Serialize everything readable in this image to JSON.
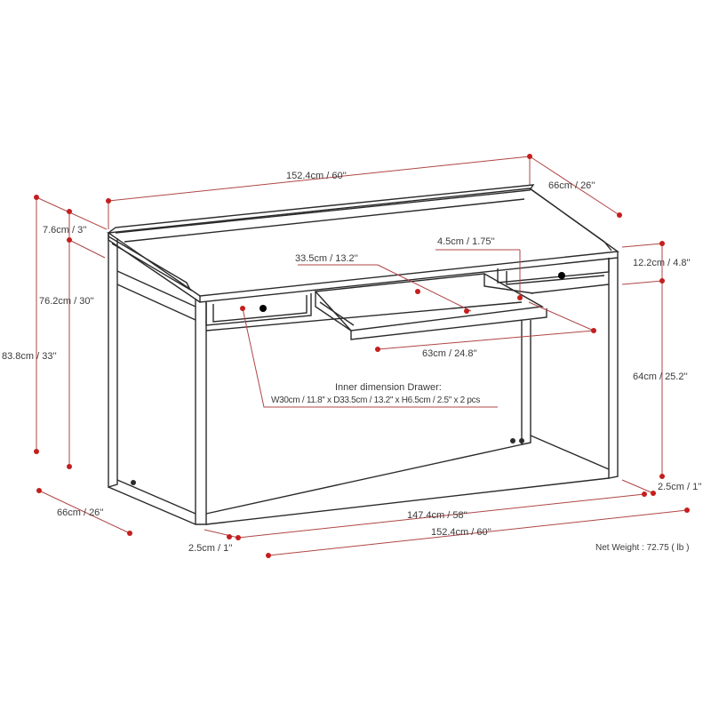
{
  "dimensions": {
    "top_width": "152.4cm / 60''",
    "depth_top": "66cm / 26''",
    "riser_height": "7.6cm / 3''",
    "desk_height": "76.2cm / 30''",
    "total_height": "83.8cm / 33''",
    "drawer_depth": "33.5cm / 13.2''",
    "drawer_height": "4.5cm / 1.75''",
    "drawer_width": "63cm / 24.8''",
    "apron_height": "12.2cm / 4.8''",
    "leg_clearance": "64cm / 25.2''",
    "leg_right": "2.5cm / 1''",
    "depth_bottom": "66cm / 26''",
    "leg_left": "2.5cm / 1''",
    "inner_width": "147.4cm / 58''",
    "bottom_width": "152.4cm / 60''"
  },
  "drawer_note": {
    "title": "Inner dimension Drawer:",
    "detail": "W30cm / 11.8'' x D33.5cm / 13.2'' x H6.5cm / 2.5'' x 2 pcs"
  },
  "net_weight": "Net Weight : 72.75 ( lb )",
  "colors": {
    "dimension": "#b04545",
    "dot": "#c41e1e",
    "line": "#2b2b2b"
  }
}
